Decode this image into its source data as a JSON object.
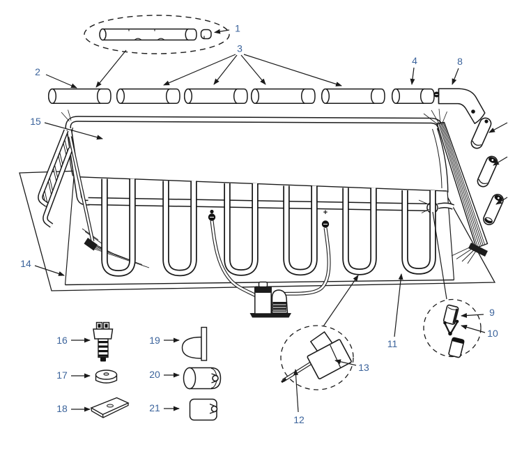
{
  "diagram": {
    "plus_marker": "+",
    "callouts": {
      "1": "1",
      "2": "2",
      "3": "3",
      "4": "4",
      "8": "8",
      "9": "9",
      "10": "10",
      "11": "11",
      "12": "12",
      "13": "13",
      "14": "14",
      "15": "15",
      "16": "16",
      "17": "17",
      "18": "18",
      "19": "19",
      "20": "20",
      "21": "21"
    }
  }
}
